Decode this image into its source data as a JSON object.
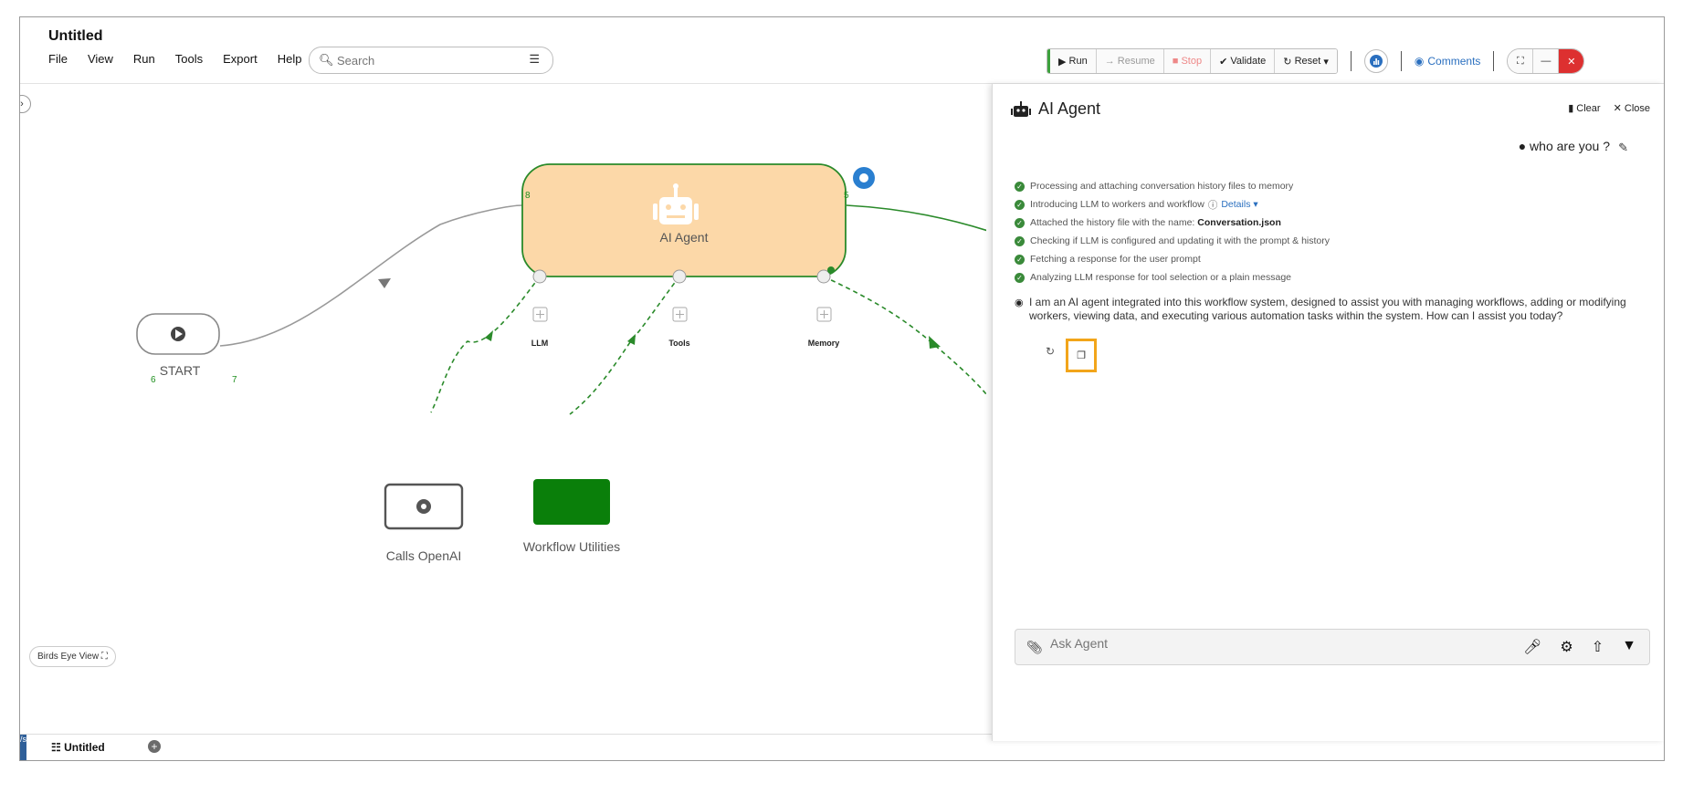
{
  "app": {
    "title": "Untitled"
  },
  "menu": [
    "File",
    "View",
    "Run",
    "Tools",
    "Export",
    "Help"
  ],
  "search": {
    "placeholder": "Search"
  },
  "toolbar": {
    "run": "Run",
    "resume": "Resume",
    "stop": "Stop",
    "validate": "Validate",
    "reset": "Reset",
    "comments": "Comments"
  },
  "canvas": {
    "nodes": {
      "start": "START",
      "agent": "AI Agent",
      "openai": "Calls OpenAI",
      "utilities": "Workflow Utilities"
    },
    "ports": {
      "llm": "LLM",
      "tools": "Tools",
      "memory": "Memory"
    },
    "port_numbers": {
      "start_in": "6",
      "start_out": "7",
      "agent_in": "8",
      "agent_out": "5"
    },
    "birds_eye": "Birds Eye View"
  },
  "bottom": {
    "tab": "Untitled",
    "edge": "/s"
  },
  "panel": {
    "title": "AI Agent",
    "clear": "Clear",
    "close": "Close",
    "user_message": "who are you ?",
    "steps": [
      "Processing and attaching conversation history files to memory",
      "Introducing LLM to workers and workflow",
      "Attached the history file with the name:",
      "Checking if LLM is configured and updating it with the prompt & history",
      "Fetching a response for the user prompt",
      "Analyzing LLM response for tool selection or a plain message"
    ],
    "details_link": "Details",
    "history_file": "Conversation.json",
    "answer": "I am an AI agent integrated into this workflow system, designed to assist you with managing workflows, adding or modifying workers, viewing data, and executing various automation tasks within the system. How can I assist you today?",
    "composer_placeholder": "Ask Agent"
  },
  "colors": {
    "accent_green": "#1f8f1f",
    "agent_fill": "#fcd8a8",
    "utility_fill": "#0a7f0a",
    "highlight": "#f2a51a",
    "close_red": "#dd3030"
  }
}
